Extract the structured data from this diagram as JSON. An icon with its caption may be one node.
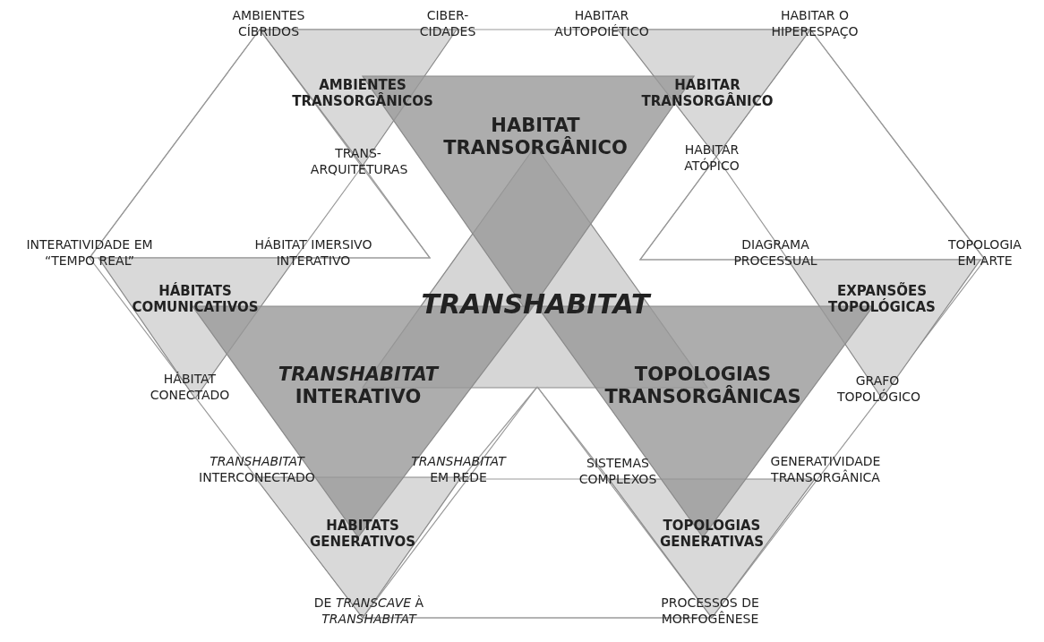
{
  "diagram": {
    "nodes": [
      {
        "text": [
          "AMBIENTES TRANSORGÂNICOS"
        ]
      },
      {
        "text": [
          "HABITAR TRANSORGÂNICO"
        ]
      },
      {
        "text": [
          "HABITAT TRANSORGÂNICO"
        ]
      },
      {
        "text": [
          "HÁBITATS COMUNICATIVOS"
        ]
      },
      {
        "text": [
          "TRANSHABITAT"
        ]
      },
      {
        "text": [
          "EXPANSÕES TOPOLÓGICAS"
        ]
      },
      {
        "text": [
          "*TRANSHABITAT* INTERATIVO"
        ]
      },
      {
        "text": [
          "TOPOLOGIAS TRANSORGÂNICAS"
        ]
      },
      {
        "text": [
          "HABITATS GENERATIVOS"
        ]
      },
      {
        "text": [
          "TOPOLOGIAS GENERATIVAS"
        ]
      }
    ],
    "labels": [
      "AMBIENTES CÍBRIDOS",
      "CIBER- CIDADES",
      "HABITAR AUTOPOIÉTICO",
      "HABITAR O HIPERESPAÇO",
      "TRANS- ARQUITETURAS",
      "HABITAR ATÓPICO",
      "INTERATIVIDADE EM “TEMPO REAL”",
      "HÁBITAT IMERSIVO INTERATIVO",
      "DIAGRAMA PROCESSUAL",
      "TOPOLOGIA EM ARTE",
      "HÁBITAT CONECTADO",
      "GRAFO TOPOLÓGICO",
      "*TRANSHABITAT* INTERCONECTADO",
      "*TRANSHABITAT* EM REDE",
      "SISTEMAS COMPLEXOS",
      "GENERATIVIDADE TRANSORGÂNICA",
      "DE *TRANSCAVE* À *TRANSHABITAT*",
      "PROCESSOS DE MORFOGÊNESE"
    ]
  }
}
